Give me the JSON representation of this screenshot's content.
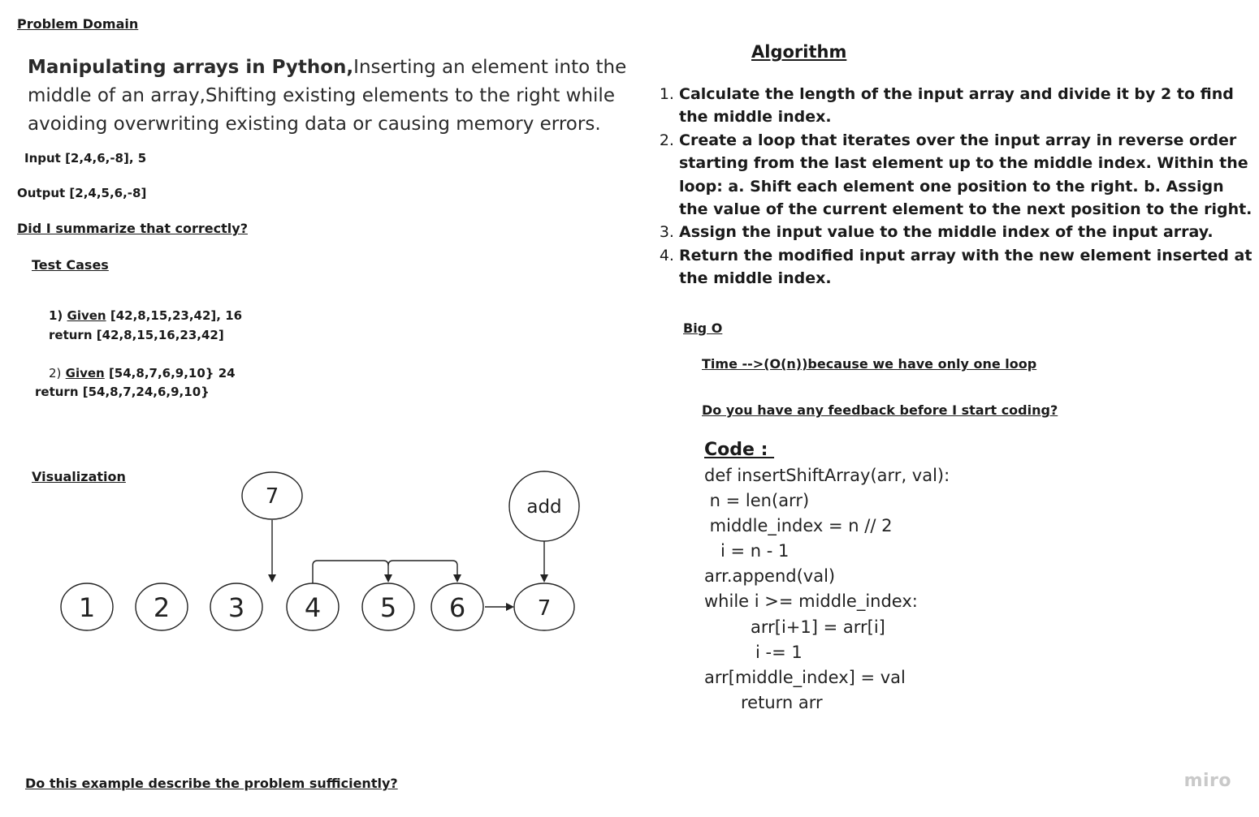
{
  "problem_domain": {
    "heading": "Problem Domain",
    "title_bold": "Manipulating arrays in Python,",
    "title_rest": "Inserting an element into the middle of an array,Shifting existing elements to the right while avoiding overwriting existing data or causing memory errors.",
    "input": "Input [2,4,6,-8], 5",
    "output": "Output [2,4,5,6,-8]",
    "summary_question": "Did I summarize that correctly?"
  },
  "test_cases": {
    "heading": "Test Cases",
    "items": [
      {
        "num": "1)",
        "given_label": "Given",
        "given_value": " [42,8,15,23,42], 16",
        "return_line": "return [42,8,15,16,23,42]"
      },
      {
        "num": "2)",
        "given_label": "Given",
        "given_value": " [54,8,7,6,9,10} 24",
        "return_line": "return [54,8,7,24,6,9,10}"
      }
    ]
  },
  "visualization": {
    "heading": "Visualization",
    "array_nodes": [
      "1",
      "2",
      "3",
      "4",
      "5",
      "6",
      "7"
    ],
    "insert_node": "7",
    "add_node": "add"
  },
  "algorithm": {
    "heading": "Algorithm",
    "steps": [
      "Calculate the length of the input array and divide it by 2 to find the middle index.",
      "Create a loop that iterates over the input array in reverse order starting from the last element up to the middle index. Within the loop: a. Shift each element one position to the right. b. Assign the value of the current element to the next position to the right.",
      "Assign the input value to the middle index of the input array.",
      "Return the modified input array with the new element inserted at the middle index."
    ]
  },
  "big_o": {
    "heading": "Big O",
    "time": "Time -->(O(n))because we have only one loop",
    "feedback_question": "Do you have any feedback before I start coding?"
  },
  "code": {
    "heading": "Code : ",
    "lines": [
      "def insertShiftArray(arr, val):",
      " n = len(arr)",
      " middle_index = n // 2",
      "   i = n - 1",
      "arr.append(val)",
      "while i >= middle_index:",
      "arr[i+1] = arr[i]",
      "i -= 1",
      "arr[middle_index] = val",
      "return arr"
    ]
  },
  "footer": {
    "question": "Do this example describe the problem sufficiently?",
    "logo": "miro"
  }
}
